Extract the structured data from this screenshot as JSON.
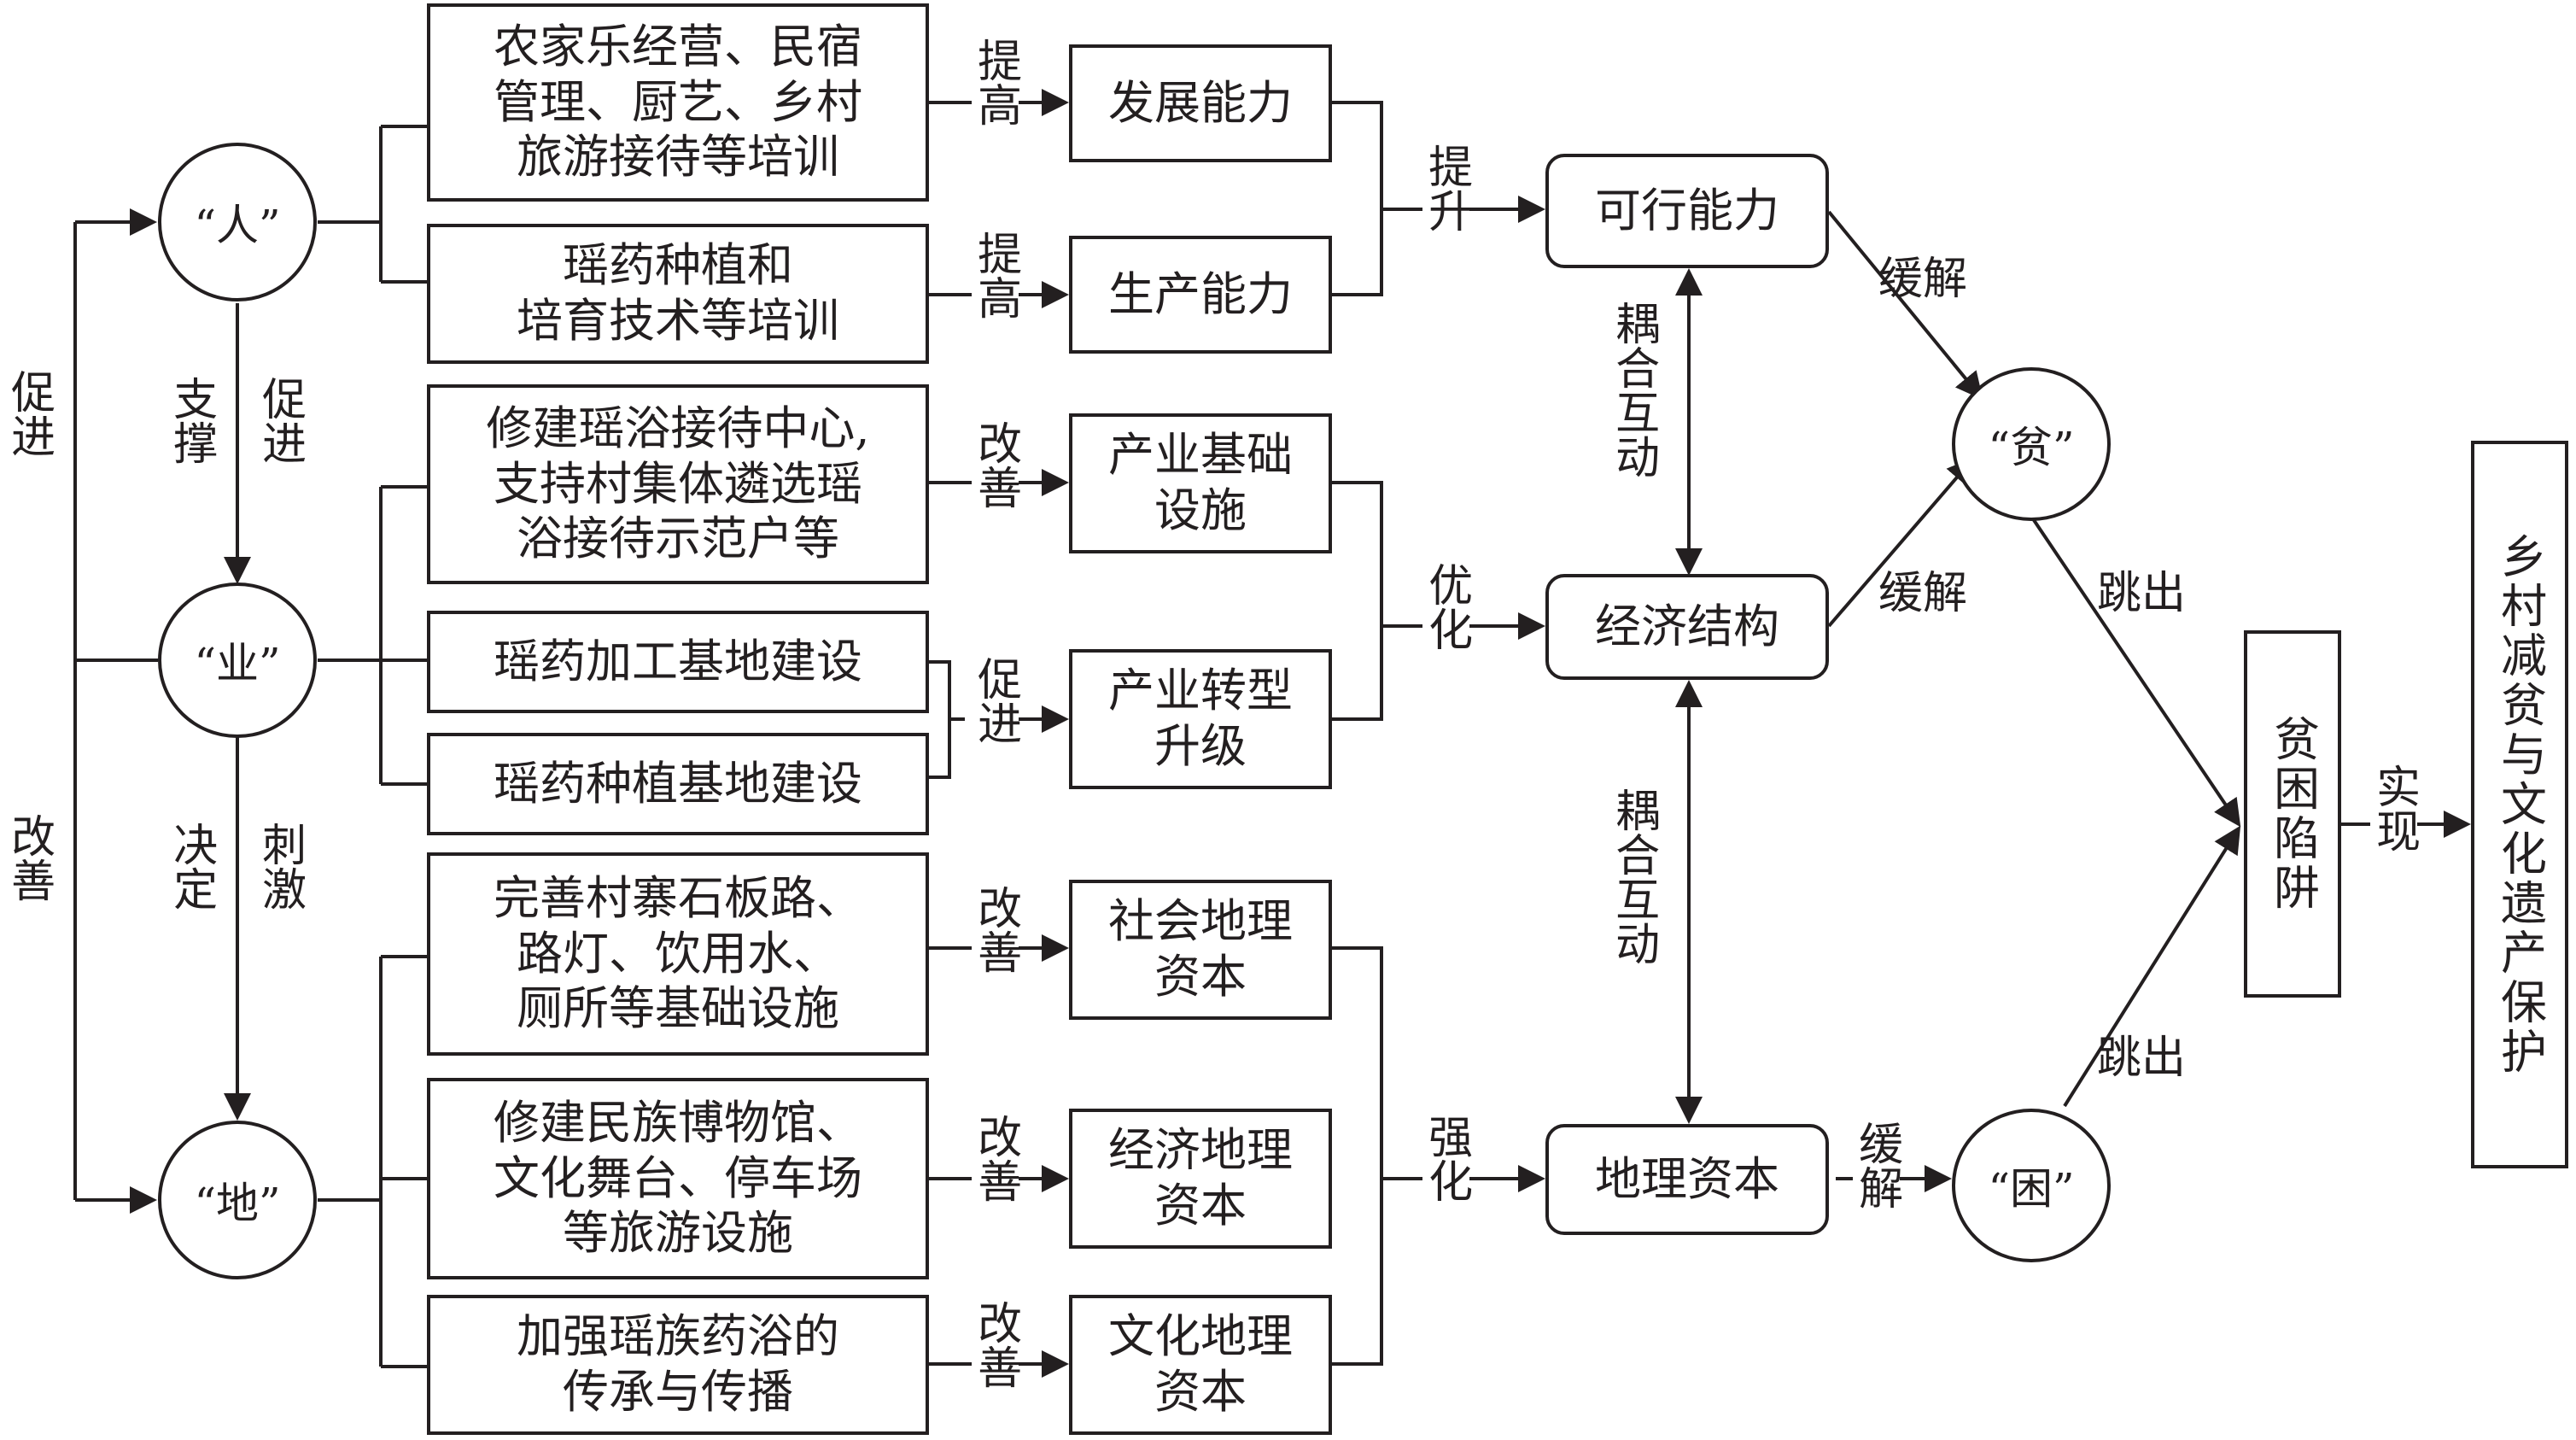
{
  "nodes": {
    "ren": "“人”",
    "ye": "“业”",
    "di": "“地”",
    "pin": "“贫”",
    "kun": "“困”"
  },
  "left_links": {
    "cujin": "促进",
    "gaishan": "改善"
  },
  "spine_links": {
    "zhicheng": "支撑",
    "cujin": "促进",
    "jueding": "决定",
    "ciji": "刺激"
  },
  "activities": {
    "a1": "农家乐经营、民宿\n管理、厨艺、乡村\n旅游接待等培训",
    "a2": "瑶药种植和\n培育技术等培训",
    "a3": "修建瑶浴接待中心,\n支持村集体遴选瑶\n浴接待示范户等",
    "a4": "瑶药加工基地建设",
    "a5": "瑶药种植基地建设",
    "a6": "完善村寨石板路、\n路灯、饮用水、\n厕所等基础设施",
    "a7": "修建民族博物馆、\n文化舞台、停车场\n等旅游设施",
    "a8": "加强瑶族药浴的\n传承与传播"
  },
  "verbs": {
    "v1": "提高",
    "v2": "提高",
    "v3": "改善",
    "v4": "促进",
    "v5": "改善",
    "v6": "改善",
    "v7": "改善"
  },
  "capitals": {
    "c1": "发展能力",
    "c2": "生产能力",
    "c3": "产业基础\n设施",
    "c4": "产业转型\n升级",
    "c5": "社会地理\n资本",
    "c6": "经济地理\n资本",
    "c7": "文化地理\n资本"
  },
  "group_verbs": {
    "g1": "提升",
    "g2": "优化",
    "g3": "强化"
  },
  "mids": {
    "m1": "可行能力",
    "m2": "经济结构",
    "m3": "地理资本"
  },
  "coupling": {
    "k1": "耦合互动",
    "k2": "耦合互动"
  },
  "relief": {
    "r1": "缓解",
    "r2": "缓解",
    "r3": "缓解"
  },
  "escape": {
    "e1": "跳出",
    "e2": "跳出"
  },
  "trap": "贫困陷阱",
  "realize": "实现",
  "goal": "乡村减贫与文化遗产保护"
}
